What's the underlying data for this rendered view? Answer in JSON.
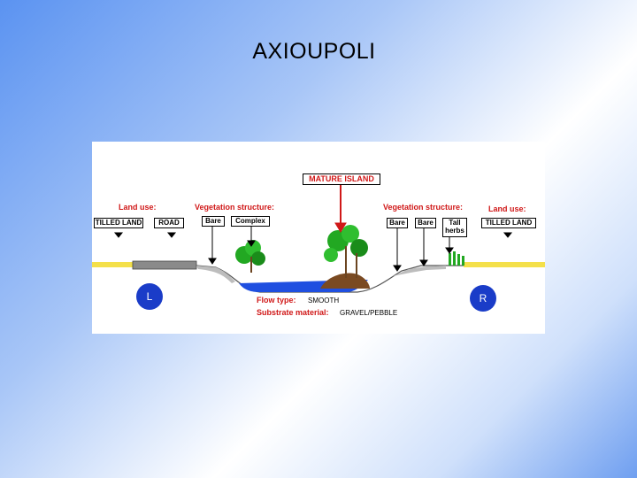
{
  "title": "AXIOUPOLI",
  "diagram": {
    "center_label": "MATURE ISLAND",
    "left": {
      "land_use_heading": "Land use:",
      "land_use_items": [
        "TILLED LAND",
        "ROAD"
      ],
      "vegetation_heading": "Vegetation structure:",
      "vegetation_items": [
        "Bare",
        "Complex"
      ],
      "bank_marker": "L"
    },
    "right": {
      "vegetation_heading": "Vegetation structure:",
      "vegetation_items": [
        "Bare",
        "Bare",
        "Tall herbs"
      ],
      "land_use_heading": "Land use:",
      "land_use_items": [
        "TILLED LAND"
      ],
      "bank_marker": "R"
    },
    "flow_type_heading": "Flow type:",
    "flow_type_value": "SMOOTH",
    "substrate_heading": "Substrate material:",
    "substrate_value": "GRAVEL/PEBBLE",
    "colors": {
      "heading_red": "#d01818",
      "water_blue": "#1f4fe0",
      "tree_green": "#22a822",
      "soil_brown": "#7a4a22",
      "road_gray": "#8a8a8a",
      "tilled_yellow": "#f4e04a",
      "bank_circle": "#1a3cc8"
    }
  }
}
